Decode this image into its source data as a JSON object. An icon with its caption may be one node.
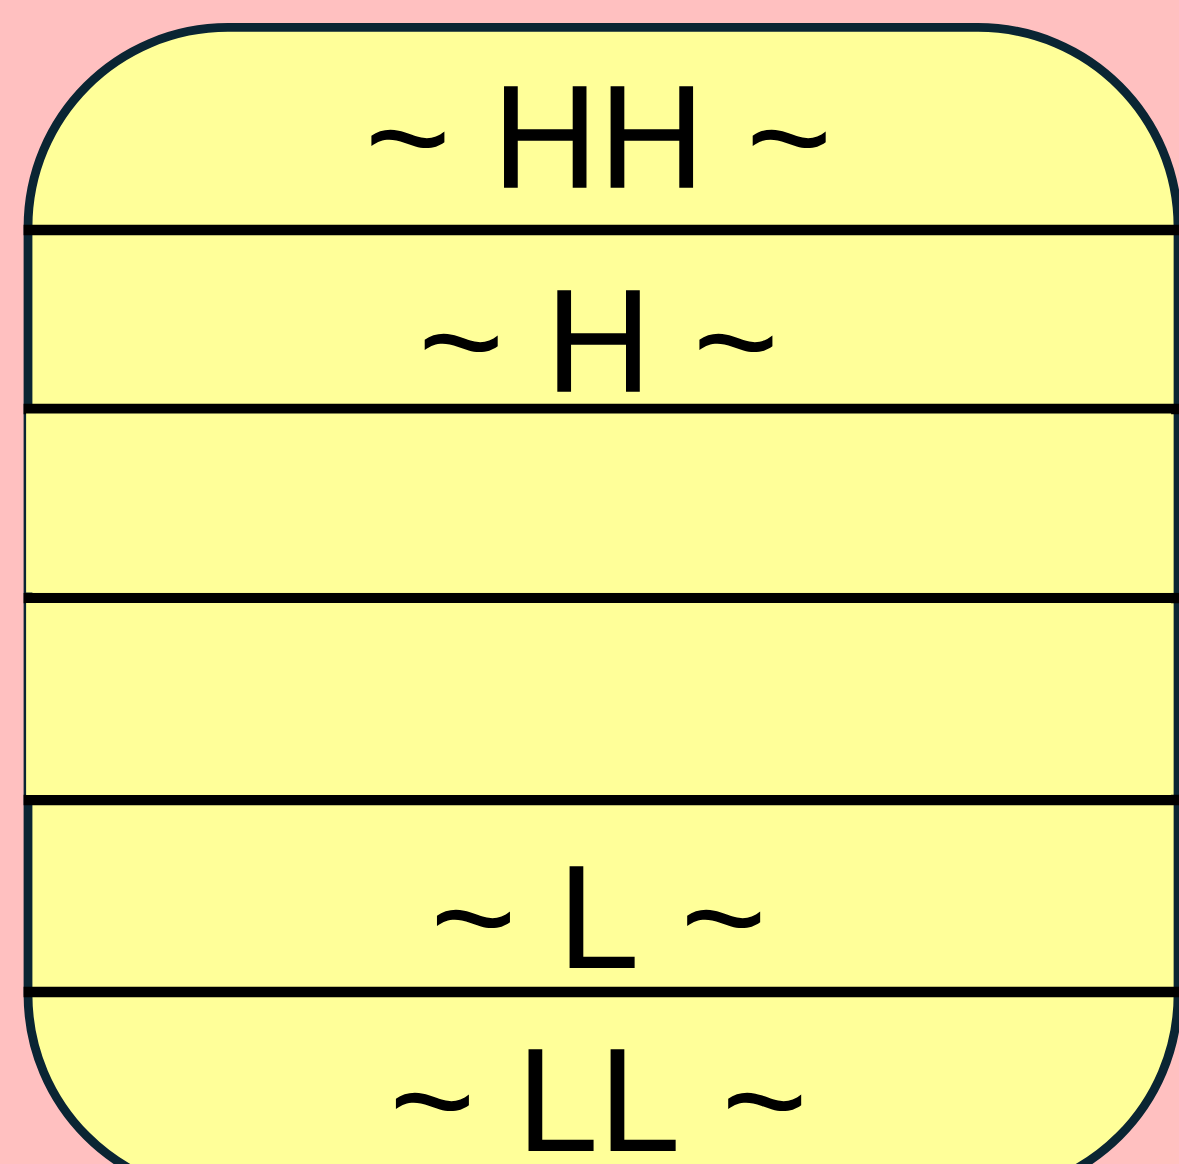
{
  "diagram": {
    "nodes": [
      {
        "text": [],
        "shape": "box"
      },
      {
        "text": [
          "~ HH ~"
        ],
        "in": 0
      },
      {
        "text": [
          "~ H ~"
        ],
        "in": 0
      },
      {
        "text": [],
        "shape": "band",
        "in": 0
      },
      {
        "text": [],
        "shape": "band",
        "in": 0
      },
      {
        "text": [
          "~ L ~"
        ],
        "in": 0
      },
      {
        "text": [
          "~ LL ~"
        ],
        "in": 0
      }
    ]
  }
}
